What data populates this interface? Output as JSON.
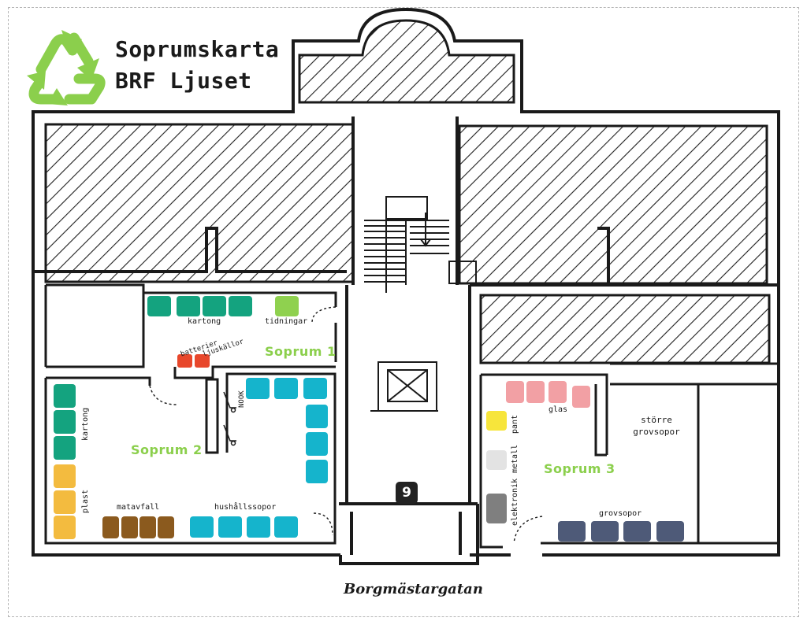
{
  "title": {
    "line1": "Soprumskarta",
    "line2": "BRF Ljuset"
  },
  "street": "Borgmästargatan",
  "entrance_number": "9",
  "rooms": {
    "soprum1": "Soprum 1",
    "soprum2": "Soprum 2",
    "soprum3": "Soprum 3"
  },
  "labels": {
    "kartong_top": "kartong",
    "tidningar": "tidningar",
    "batterier": "batterier",
    "ljuskallor": "ljuskällor",
    "kartong_side": "kartong",
    "plast": "plast",
    "matavfall": "matavfall",
    "hushallssopor": "hushållssopor",
    "nook": "NOOK",
    "glas": "glas",
    "pant": "pant",
    "metall": "metall",
    "elektronik": "elektronik",
    "grovsopor": "grovsopor",
    "storre_line1": "större",
    "storre_line2": "grovsopor"
  },
  "colors": {
    "kartong": "#14a37f",
    "tidningar": "#8fd14f",
    "batterier": "#e8472b",
    "plast": "#f3bb3f",
    "matavfall": "#8b5a1e",
    "hushallssopor": "#15b4cc",
    "glas": "#f2a0a4",
    "pant": "#f7e53b",
    "metall": "#e3e3e3",
    "elektronik": "#7f7f7f",
    "grovsopor": "#4e5a78",
    "recycle": "#8bcf4c",
    "room_label": "#8bcf4c"
  },
  "icons": {
    "logo": "recycle-icon",
    "nook": "trolley-icon",
    "stair": "staircase-icon",
    "elevator": "elevator-icon"
  }
}
